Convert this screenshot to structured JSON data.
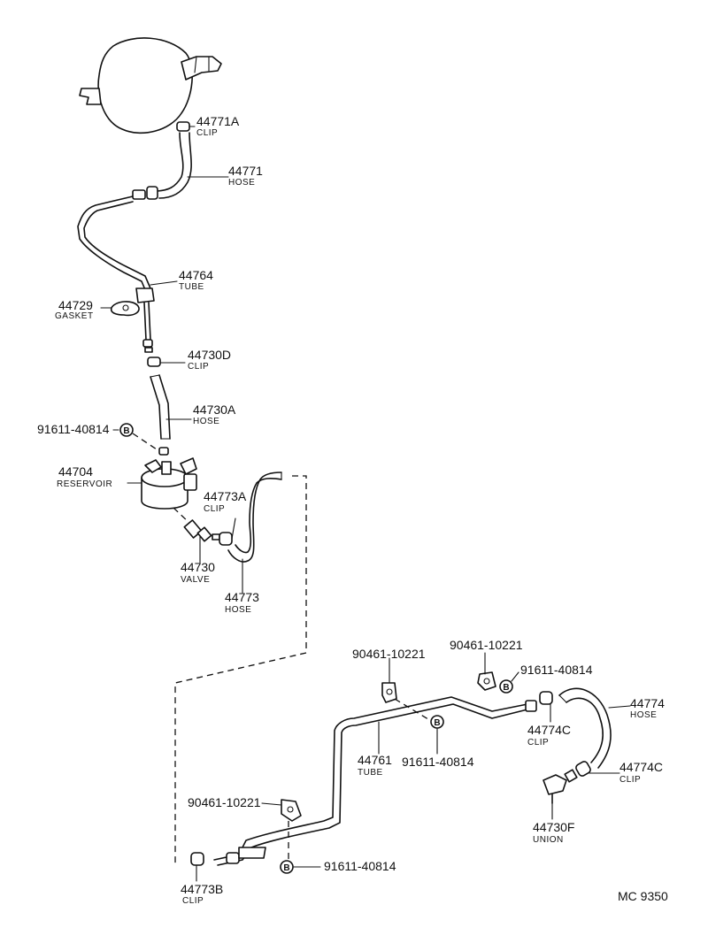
{
  "callouts": {
    "c44771A": {
      "number": "44771A",
      "name": "CLIP"
    },
    "c44771": {
      "number": "44771",
      "name": "HOSE"
    },
    "c44764": {
      "number": "44764",
      "name": "TUBE"
    },
    "c44729": {
      "number": "44729",
      "name": "GASKET"
    },
    "c44730D": {
      "number": "44730D",
      "name": "CLIP"
    },
    "c44730A": {
      "number": "44730A",
      "name": "HOSE"
    },
    "c91611_a": {
      "number": "91611-40814",
      "marker": "B"
    },
    "c44704": {
      "number": "44704",
      "name": "RESERVOIR"
    },
    "c44773A": {
      "number": "44773A",
      "name": "CLIP"
    },
    "c44730": {
      "number": "44730",
      "name": "VALVE"
    },
    "c44773": {
      "number": "44773",
      "name": "HOSE"
    },
    "c90461_a": {
      "number": "90461-10221"
    },
    "c90461_b": {
      "number": "90461-10221"
    },
    "c91611_b": {
      "number": "91611-40814",
      "marker": "B"
    },
    "c44774": {
      "number": "44774",
      "name": "HOSE"
    },
    "c44774C_a": {
      "number": "44774C",
      "name": "CLIP"
    },
    "c44761": {
      "number": "44761",
      "name": "TUBE"
    },
    "c91611_c": {
      "number": "91611-40814",
      "marker": "B"
    },
    "c44774C_b": {
      "number": "44774C",
      "name": "CLIP"
    },
    "c90461_c": {
      "number": "90461-10221"
    },
    "c44730F": {
      "number": "44730F",
      "name": "UNION"
    },
    "c91611_d": {
      "number": "91611-40814",
      "marker": "B"
    },
    "c44773B": {
      "number": "44773B",
      "name": "CLIP"
    }
  },
  "diagram_code": "MC 9350"
}
